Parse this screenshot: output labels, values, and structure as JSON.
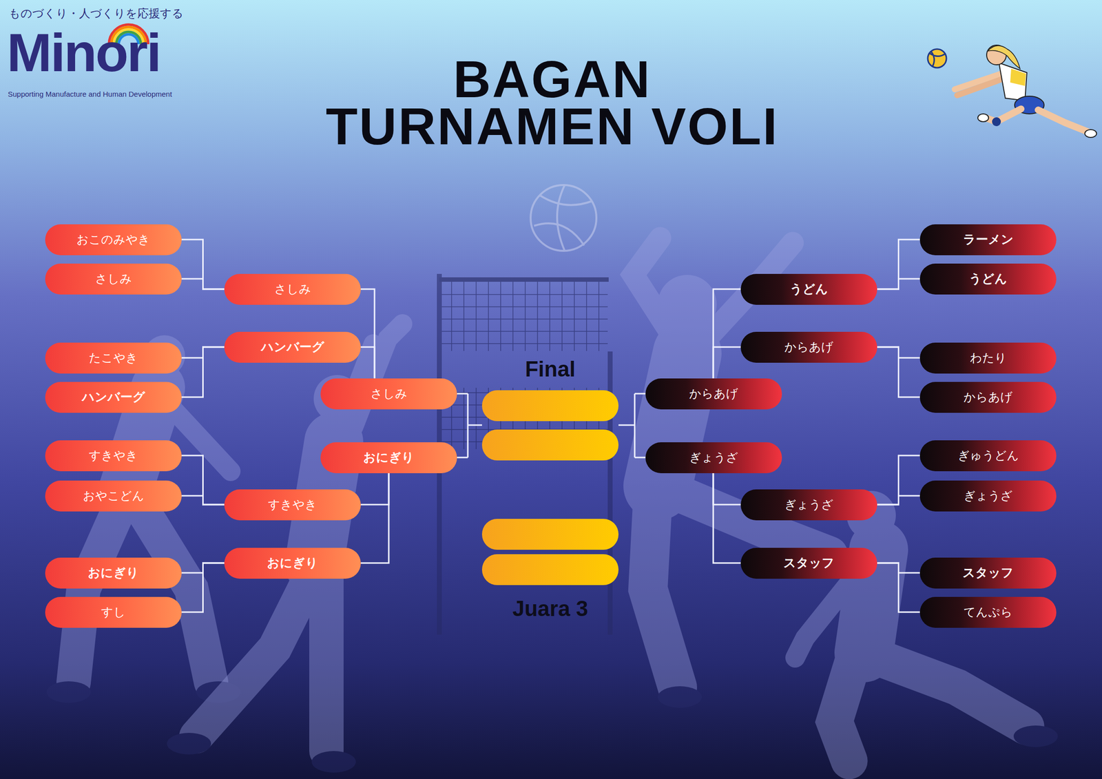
{
  "diagram": {
    "title": "BAGAN TURNAMEN VOLI",
    "nodes": [
      {
        "text": [
          "おこのみやき"
        ]
      },
      {
        "text": [
          "さしみ"
        ]
      },
      {
        "text": [
          "たこやき"
        ]
      },
      {
        "text": [
          "ハンバーグ"
        ]
      },
      {
        "text": [
          "すきやき"
        ]
      },
      {
        "text": [
          "おやこどん"
        ]
      },
      {
        "text": [
          "おにぎり"
        ]
      },
      {
        "text": [
          "すし"
        ]
      },
      {
        "text": [
          "さしみ"
        ]
      },
      {
        "text": [
          "ハンバーグ"
        ]
      },
      {
        "text": [
          "すきやき"
        ]
      },
      {
        "text": [
          "おにぎり"
        ]
      },
      {
        "text": [
          "さしみ"
        ]
      },
      {
        "text": [
          "おにぎり"
        ]
      },
      {
        "text": [
          "からあげ"
        ]
      },
      {
        "text": [
          "ぎょうざ"
        ]
      },
      {
        "text": [
          "うどん"
        ]
      },
      {
        "text": [
          "からあげ"
        ]
      },
      {
        "text": [
          "ぎょうざ"
        ]
      },
      {
        "text": [
          "スタッフ"
        ]
      },
      {
        "text": [
          "ラーメン"
        ]
      },
      {
        "text": [
          "うどん"
        ]
      },
      {
        "text": [
          "わたり"
        ]
      },
      {
        "text": [
          "からあげ"
        ]
      },
      {
        "text": [
          "ぎゅうどん"
        ]
      },
      {
        "text": [
          "ぎょうざ"
        ]
      },
      {
        "text": [
          "スタッフ"
        ]
      },
      {
        "text": [
          "てんぷら"
        ]
      }
    ],
    "edges": [
      {
        "from": 0,
        "to": 8,
        "arrow": "none"
      },
      {
        "from": 1,
        "to": 8,
        "arrow": "none"
      },
      {
        "from": 2,
        "to": 9,
        "arrow": "none"
      },
      {
        "from": 3,
        "to": 9,
        "arrow": "none"
      },
      {
        "from": 4,
        "to": 10,
        "arrow": "none"
      },
      {
        "from": 5,
        "to": 10,
        "arrow": "none"
      },
      {
        "from": 6,
        "to": 11,
        "arrow": "none"
      },
      {
        "from": 7,
        "to": 11,
        "arrow": "none"
      },
      {
        "from": 8,
        "to": 12,
        "arrow": "none"
      },
      {
        "from": 9,
        "to": 12,
        "arrow": "none"
      },
      {
        "from": 10,
        "to": 13,
        "arrow": "none"
      },
      {
        "from": 11,
        "to": 13,
        "arrow": "none"
      },
      {
        "from": 20,
        "to": 16,
        "arrow": "none"
      },
      {
        "from": 21,
        "to": 16,
        "arrow": "none"
      },
      {
        "from": 22,
        "to": 17,
        "arrow": "none"
      },
      {
        "from": 23,
        "to": 17,
        "arrow": "none"
      },
      {
        "from": 24,
        "to": 18,
        "arrow": "none"
      },
      {
        "from": 25,
        "to": 18,
        "arrow": "none"
      },
      {
        "from": 26,
        "to": 19,
        "arrow": "none"
      },
      {
        "from": 27,
        "to": 19,
        "arrow": "none"
      },
      {
        "from": 16,
        "to": 14,
        "arrow": "none"
      },
      {
        "from": 17,
        "to": 14,
        "arrow": "none"
      },
      {
        "from": 18,
        "to": 15,
        "arrow": "none"
      },
      {
        "from": 19,
        "to": 15,
        "arrow": "none"
      }
    ],
    "labels": [
      "ものづくり・人づくりを応援する",
      "Minori",
      "Supporting Manufacture and Human Development",
      "Final",
      "Juara 3"
    ]
  }
}
